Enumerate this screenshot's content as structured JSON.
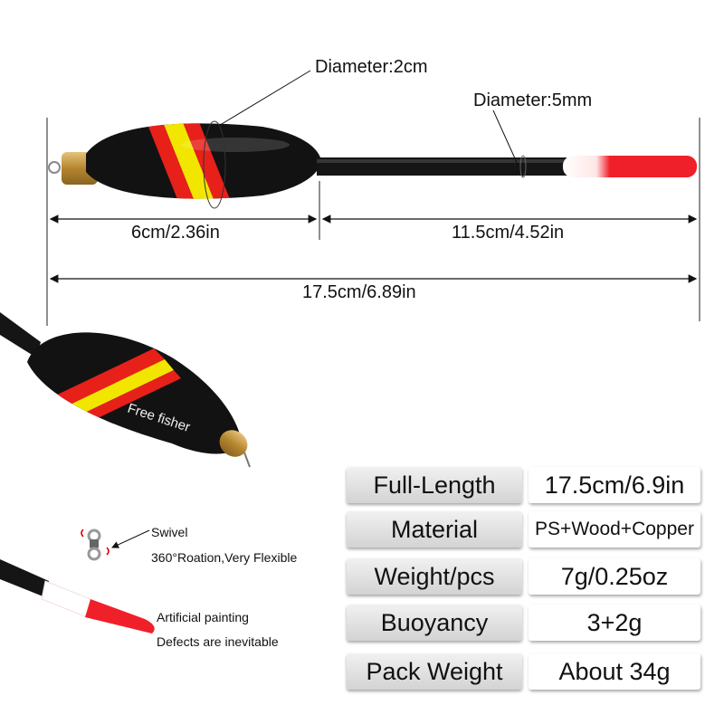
{
  "dimensions": {
    "body_diameter": "Diameter:2cm",
    "stem_diameter": "Diameter:5mm",
    "body_length": "6cm/2.36in",
    "stem_length": "11.5cm/4.52in",
    "total_length": "17.5cm/6.89in"
  },
  "float_brand_text": "Free fisher",
  "notes": {
    "swivel_title": "Swivel",
    "swivel_desc": "360°Roation,Very Flexible",
    "painting_title": "Artificial painting",
    "painting_desc": "Defects are inevitable"
  },
  "specs": [
    {
      "label": "Full-Length",
      "value": "17.5cm/6.9in"
    },
    {
      "label": "Material",
      "value": "PS+Wood+Copper"
    },
    {
      "label": "Weight/pcs",
      "value": "7g/0.25oz"
    },
    {
      "label": "Buoyancy",
      "value": "3+2g"
    },
    {
      "label": "Pack Weight",
      "value": "About 34g"
    }
  ],
  "colors": {
    "float_body": "#111111",
    "stripe_red": "#e8201a",
    "stripe_yellow": "#f2e600",
    "tip_red": "#f0202a",
    "brass": "#c89a45"
  }
}
